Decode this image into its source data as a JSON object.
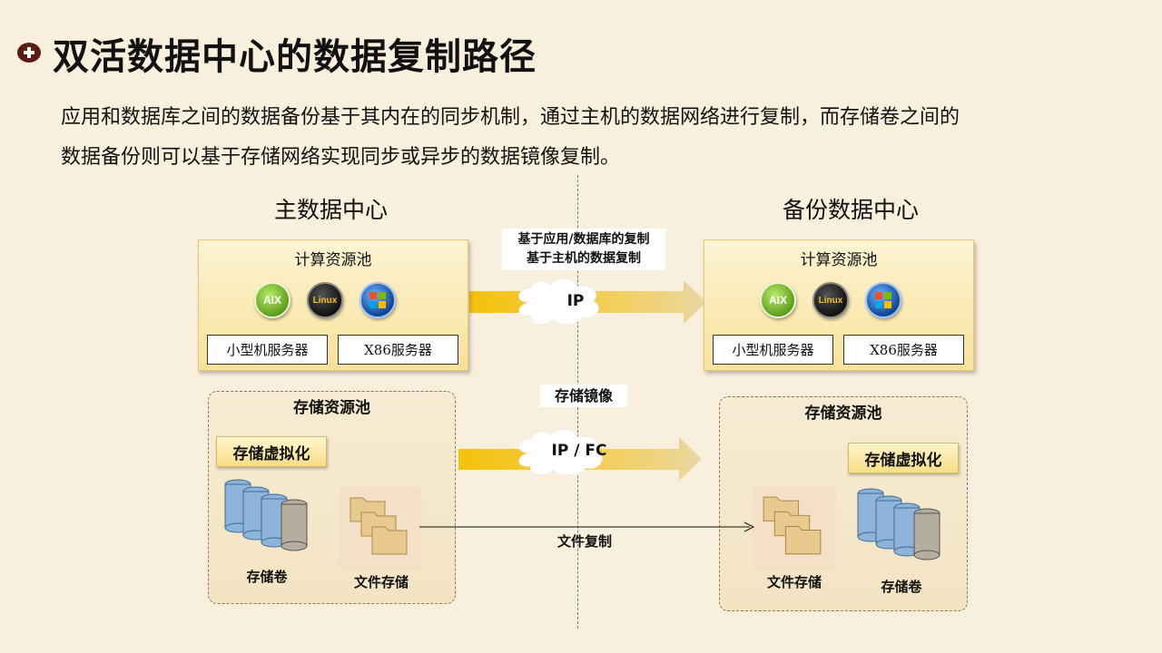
{
  "header": {
    "title": "双活数据中心的数据复制路径",
    "description_line1": "应用和数据库之间的数据备份基于其内在的同步机制，通过主机的数据网络进行复制，而存储卷之间的",
    "description_line2": "数据备份则可以基于存储网络实现同步或异步的数据镜像复制。"
  },
  "primary": {
    "title": "主数据中心",
    "compute": {
      "title": "计算资源池",
      "os": [
        "AIX",
        "Linux",
        "windows-icon"
      ],
      "servers": [
        "小型机服务器",
        "X86服务器"
      ]
    },
    "storage": {
      "title": "存储资源池",
      "virtualization": "存储虚拟化",
      "volume_label": "存储卷",
      "file_label": "文件存储"
    }
  },
  "backup": {
    "title": "备份数据中心",
    "compute": {
      "title": "计算资源池",
      "os": [
        "AIX",
        "Linux",
        "windows-icon"
      ],
      "servers": [
        "小型机服务器",
        "X86服务器"
      ]
    },
    "storage": {
      "title": "存储资源池",
      "virtualization": "存储虚拟化",
      "volume_label": "存储卷",
      "file_label": "文件存储"
    }
  },
  "links": {
    "app_replication_line1": "基于应用/数据库的复制",
    "app_replication_line2": "基于主机的数据复制",
    "compute_link": "IP",
    "storage_mirror": "存储镜像",
    "storage_link": "IP / FC",
    "file_replication": "文件复制"
  },
  "colors": {
    "background": "#f9efdd",
    "arrow": "#f5c10a",
    "pool": "#f8e29a"
  }
}
